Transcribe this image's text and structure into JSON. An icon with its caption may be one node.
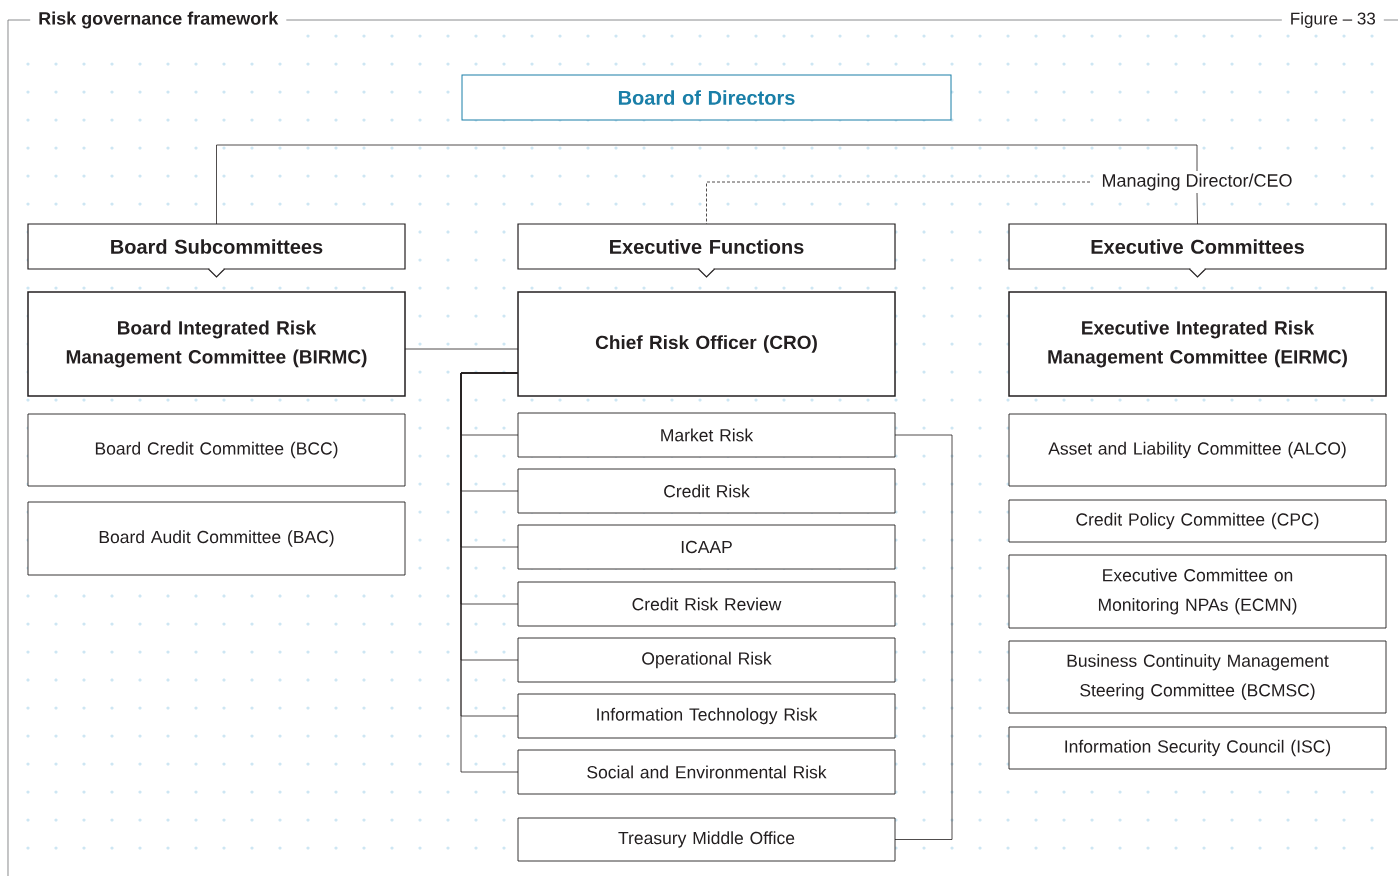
{
  "diagram": {
    "title": "Risk governance framework",
    "nodes": [
      {
        "text": [
          "Board of Directors"
        ]
      },
      {
        "text": [
          "Managing Director/CEO"
        ]
      },
      {
        "text": [
          "Board Subcommittees"
        ]
      },
      {
        "text": [
          "Executive Functions"
        ]
      },
      {
        "text": [
          "Executive Committees"
        ]
      },
      {
        "text": [
          "Board Integrated Risk Management Committee (BIRMC)"
        ]
      },
      {
        "text": [
          "Chief Risk Officer (CRO)"
        ]
      },
      {
        "text": [
          "Executive Integrated Risk Management Committee (EIRMC)"
        ]
      },
      {
        "text": [
          "Board Credit Committee (BCC)"
        ]
      },
      {
        "text": [
          "Board Audit Committee (BAC)"
        ]
      },
      {
        "text": [
          "Market Risk"
        ]
      },
      {
        "text": [
          "Credit Risk"
        ]
      },
      {
        "text": [
          "ICAAP"
        ]
      },
      {
        "text": [
          "Credit Risk Review"
        ]
      },
      {
        "text": [
          "Operational Risk"
        ]
      },
      {
        "text": [
          "Information Technology Risk"
        ]
      },
      {
        "text": [
          "Social and Environmental Risk"
        ]
      },
      {
        "text": [
          "Treasury Middle Office"
        ]
      },
      {
        "text": [
          "Asset and Liability Committee (ALCO)"
        ]
      },
      {
        "text": [
          "Credit Policy Committee (CPC)"
        ]
      },
      {
        "text": [
          "Executive Committee on Monitoring NPAs (ECMN)"
        ]
      },
      {
        "text": [
          "Business Continuity Management Steering Committee (BCMSC)"
        ]
      },
      {
        "text": [
          "Information Security Council (ISC)"
        ]
      }
    ],
    "edges": [
      {
        "from": 2,
        "to": 1,
        "arrow": "none"
      },
      {
        "from": 1,
        "to": 4,
        "arrow": "none"
      },
      {
        "from": 1,
        "to": 3,
        "arrow": "none",
        "style": "dashed"
      },
      {
        "from": 5,
        "to": 6,
        "arrow": "none"
      },
      {
        "from": 6,
        "to": 10,
        "arrow": "none"
      },
      {
        "from": 6,
        "to": 11,
        "arrow": "none"
      },
      {
        "from": 6,
        "to": 12,
        "arrow": "none"
      },
      {
        "from": 6,
        "to": 13,
        "arrow": "none"
      },
      {
        "from": 6,
        "to": 14,
        "arrow": "none"
      },
      {
        "from": 6,
        "to": 15,
        "arrow": "none"
      },
      {
        "from": 6,
        "to": 16,
        "arrow": "none"
      },
      {
        "from": 10,
        "to": 17,
        "arrow": "none"
      }
    ],
    "labels": [
      "Figure – 33"
    ]
  }
}
